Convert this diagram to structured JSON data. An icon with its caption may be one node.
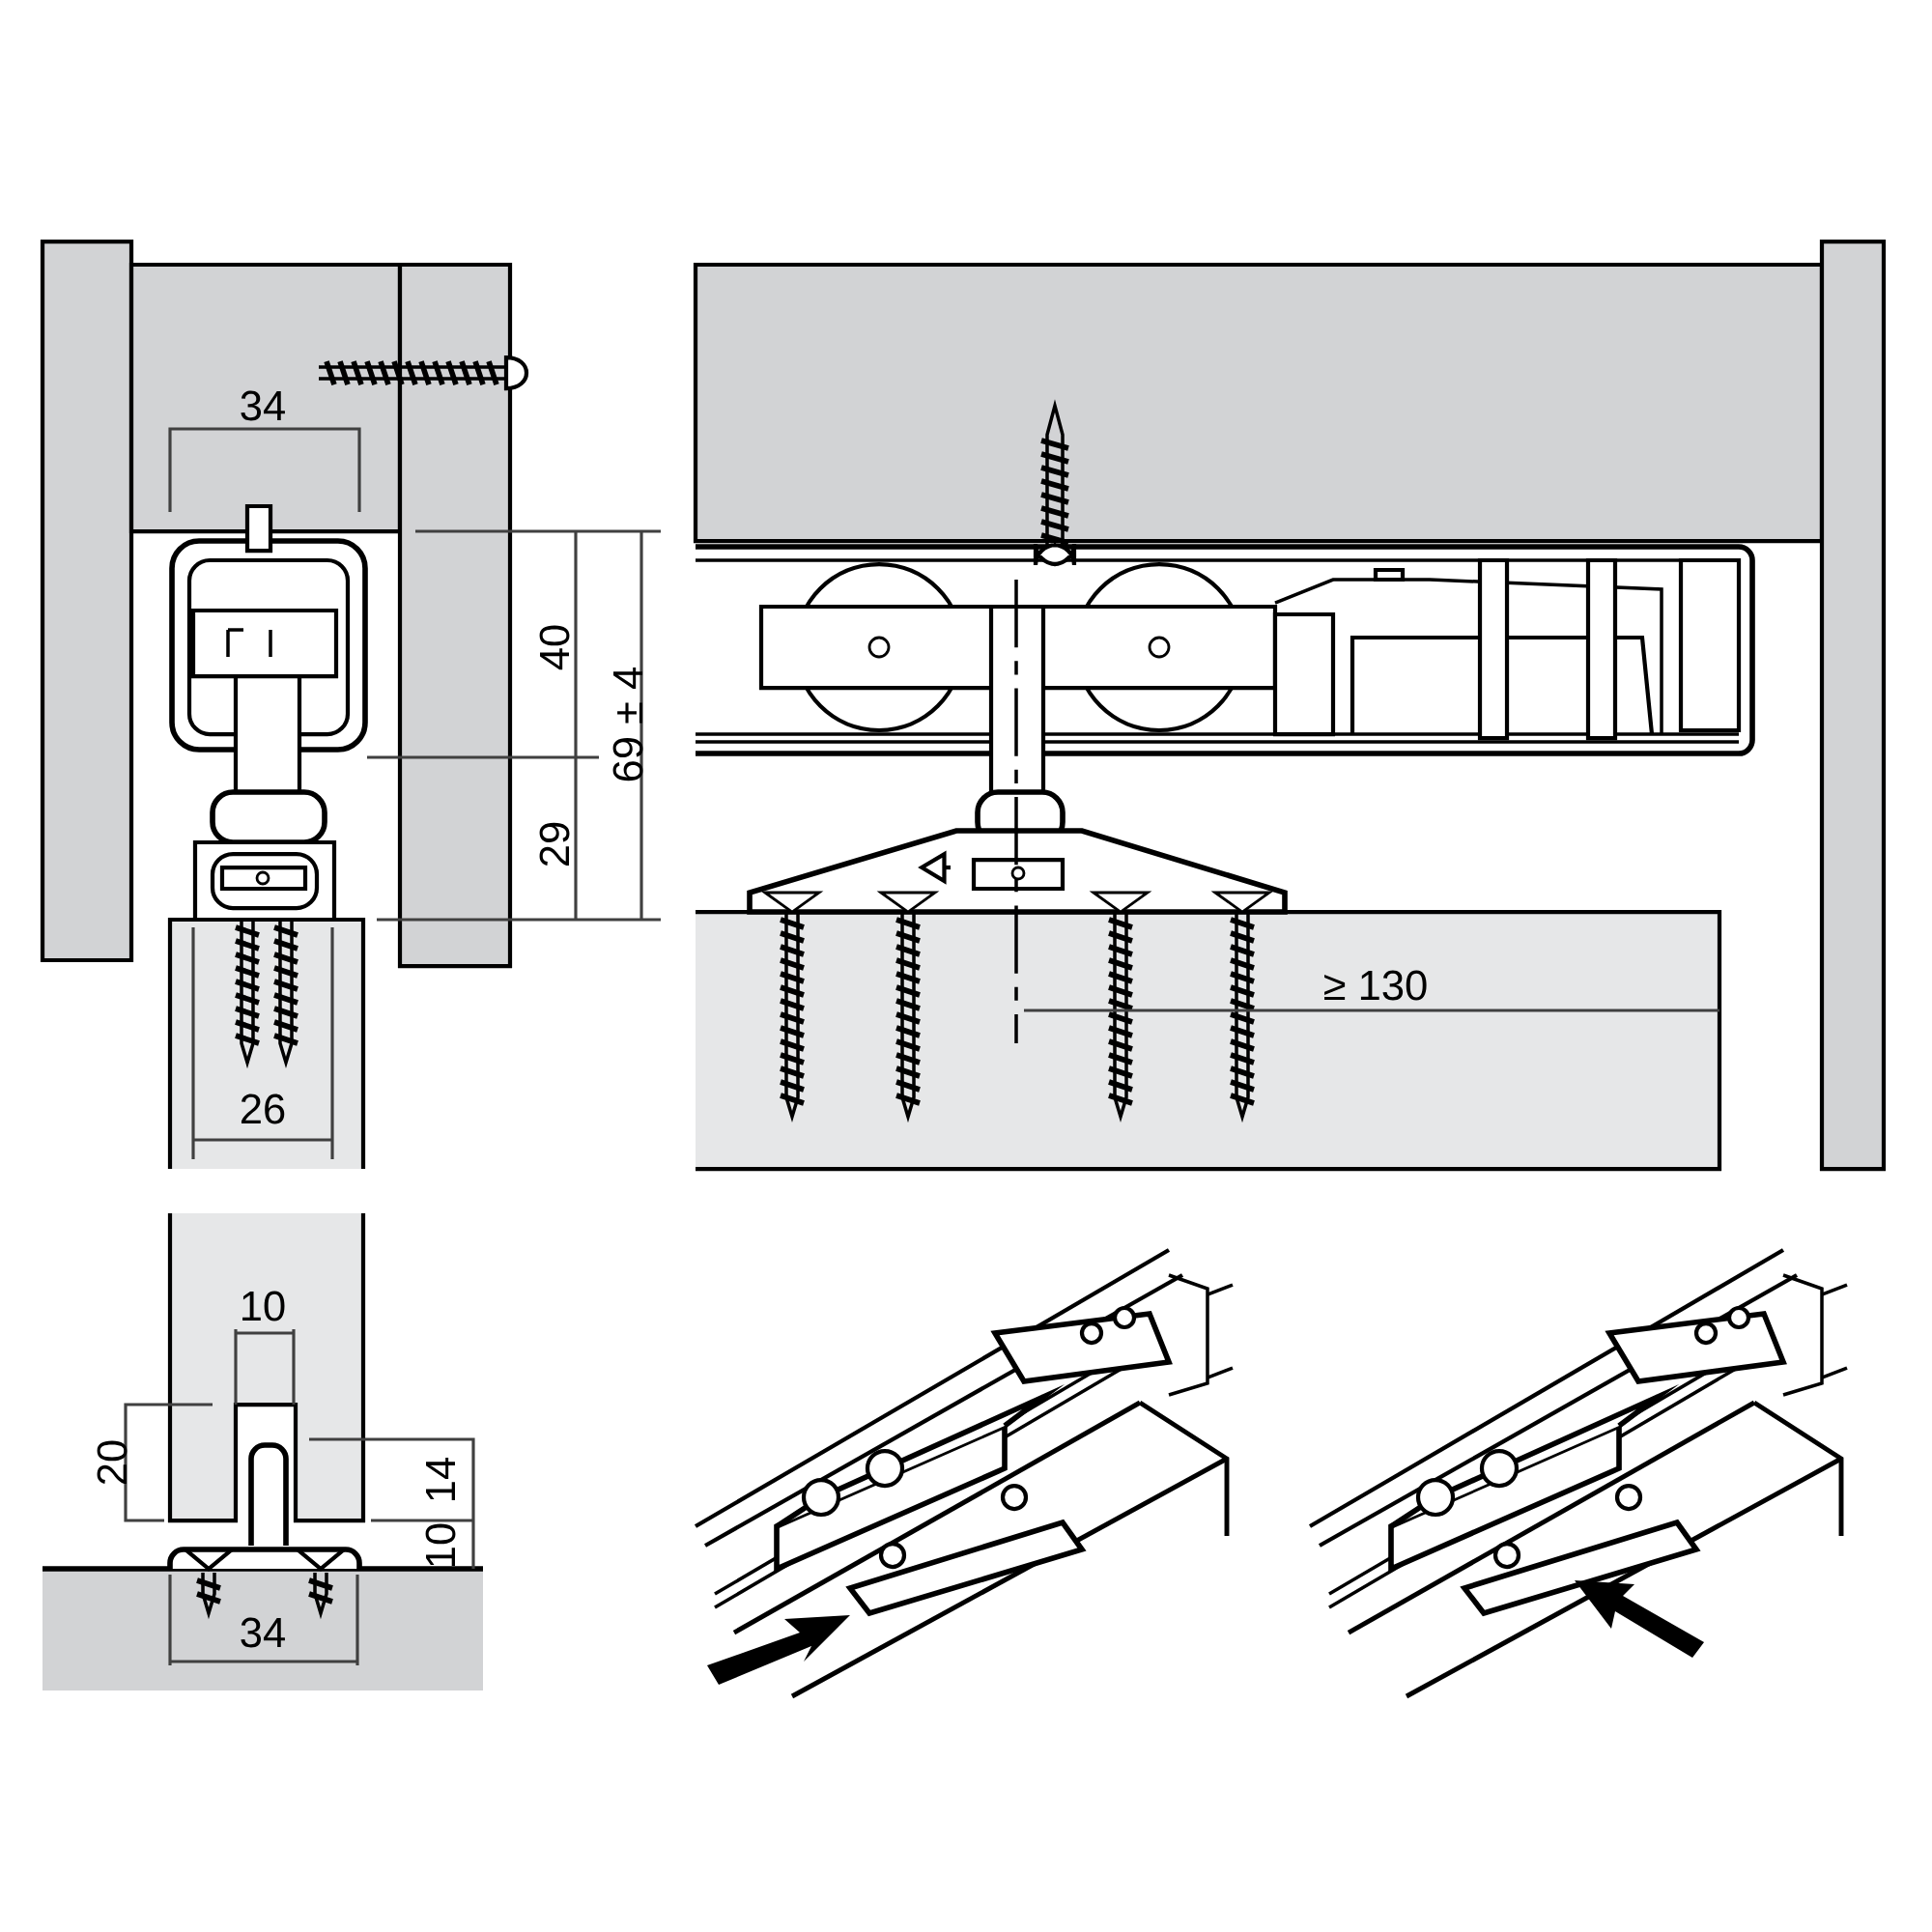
{
  "diagram": {
    "labels": [
      "34",
      "40",
      "69 ± 4",
      "29",
      "≥ 130",
      "26",
      "10",
      "20",
      "14",
      "10",
      "34"
    ]
  }
}
